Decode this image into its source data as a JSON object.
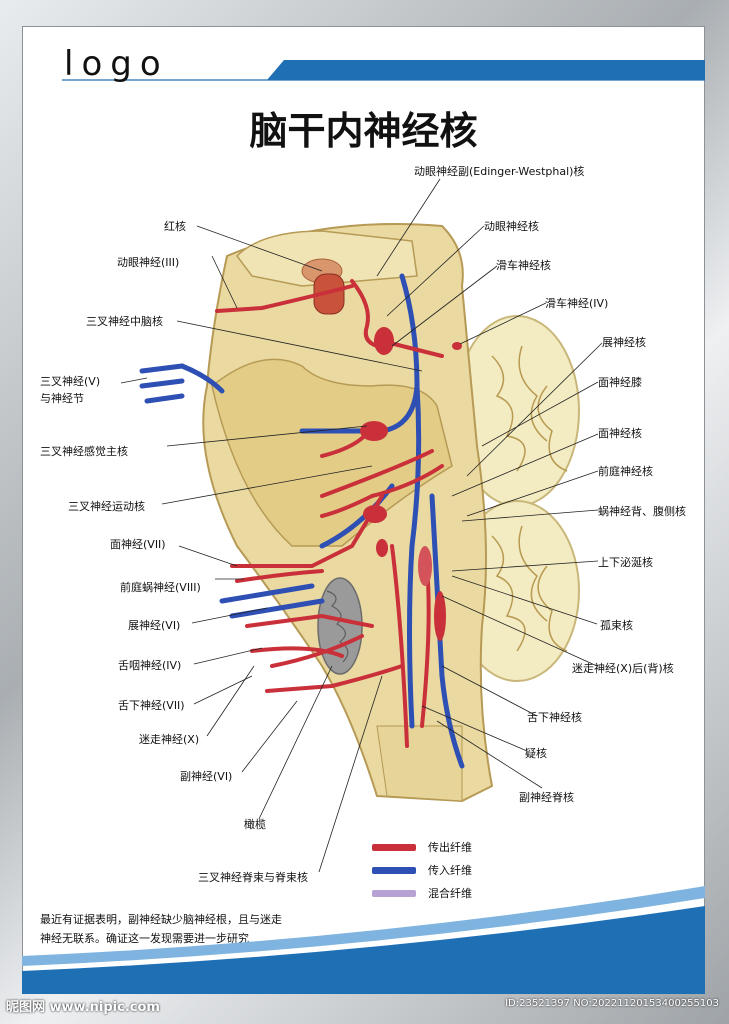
{
  "header": {
    "logo": "logo",
    "title": "脑干内神经核"
  },
  "labels": [
    "动眼神经副(Edinger-Westphal)核",
    "动眼神经核",
    "红核",
    "动眼神经(III)",
    "滑车神经核",
    "滑车神经(IV)",
    "三叉神经中脑核",
    "展神经核",
    "三叉神经(V)",
    "与神经节",
    "面神经膝",
    "面神经核",
    "三叉神经感觉主核",
    "前庭神经核",
    "三叉神经运动核",
    "蜗神经背、腹侧核",
    "面神经(VII)",
    "上下泌涎核",
    "前庭蜗神经(VIII)",
    "展神经(VI)",
    "孤束核",
    "舌咽神经(IV)",
    "迷走神经(X)后(背)核",
    "舌下神经(VII)",
    "舌下神经核",
    "迷走神经(X)",
    "疑核",
    "副神经(VI)",
    "副神经脊核",
    "橄榄",
    "三叉神经脊束与脊束核"
  ],
  "legend": [
    {
      "label": "传出纤维",
      "color": "#c9303a"
    },
    {
      "label": "传入纤维",
      "color": "#2e4fb3"
    },
    {
      "label": "混合纤维",
      "color": "#b7a2d6"
    }
  ],
  "footnote": [
    "最近有证据表明，副神经缺少脑神经根，且与迷走",
    "神经无联系。确证这一发现需要进一步研究"
  ],
  "watermark": {
    "site": "昵图网 www.nipic.com",
    "id": "ID:23521397 NO:20221120153400255103"
  },
  "colors": {
    "brand_blue": "#1f6fb5",
    "efferent_red": "#c9303a",
    "afferent_blue": "#2e4fb3",
    "mixed_purple": "#b7a2d6"
  }
}
